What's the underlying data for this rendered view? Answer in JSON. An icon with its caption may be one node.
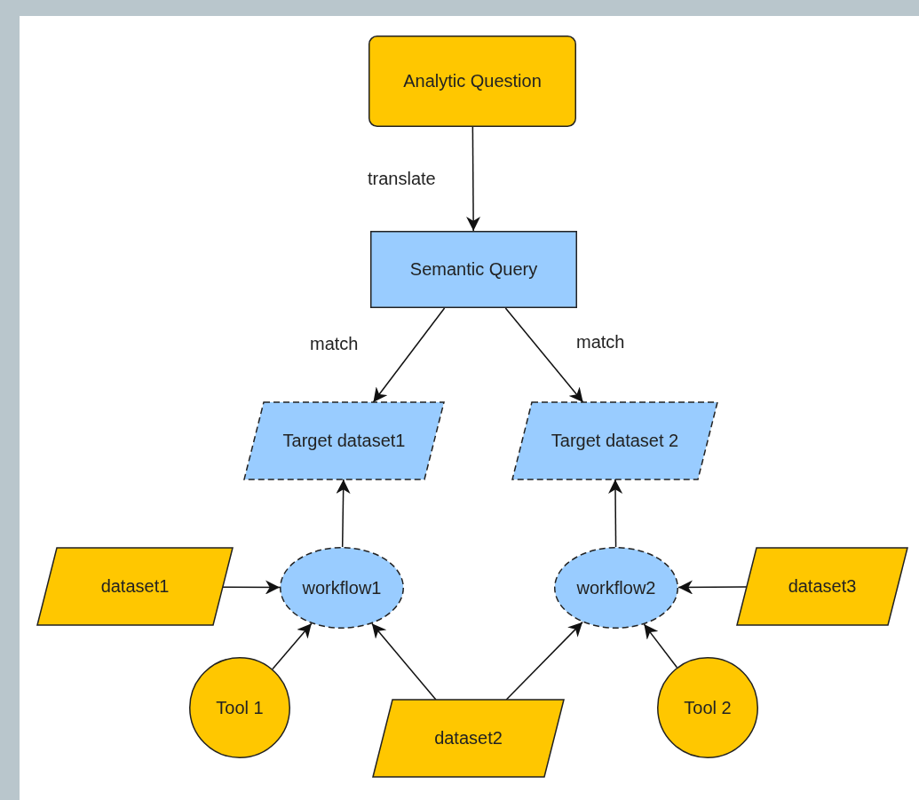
{
  "diagram": {
    "nodes": [
      {
        "text": [
          "Analytic Question"
        ]
      },
      {
        "text": [
          "Semantic Query"
        ]
      },
      {
        "text": [
          "Target dataset1"
        ]
      },
      {
        "text": [
          "Target dataset 2"
        ]
      },
      {
        "text": [
          "dataset1"
        ]
      },
      {
        "text": [
          "workflow1"
        ]
      },
      {
        "text": [
          "workflow2"
        ]
      },
      {
        "text": [
          "dataset3"
        ]
      },
      {
        "text": [
          "Tool 1"
        ]
      },
      {
        "text": [
          "dataset2"
        ]
      },
      {
        "text": [
          "Tool 2"
        ]
      }
    ],
    "edges": [
      {
        "from": 0,
        "to": 1,
        "arrow": "to",
        "label": "translate"
      },
      {
        "from": 1,
        "to": 2,
        "arrow": "to",
        "label": "match"
      },
      {
        "from": 1,
        "to": 3,
        "arrow": "to",
        "label": "match"
      },
      {
        "from": 5,
        "to": 2,
        "arrow": "to"
      },
      {
        "from": 6,
        "to": 3,
        "arrow": "to"
      },
      {
        "from": 4,
        "to": 5,
        "arrow": "to"
      },
      {
        "from": 8,
        "to": 5,
        "arrow": "to"
      },
      {
        "from": 9,
        "to": 5,
        "arrow": "to"
      },
      {
        "from": 9,
        "to": 6,
        "arrow": "to"
      },
      {
        "from": 10,
        "to": 6,
        "arrow": "to"
      },
      {
        "from": 7,
        "to": 6,
        "arrow": "to"
      }
    ]
  }
}
